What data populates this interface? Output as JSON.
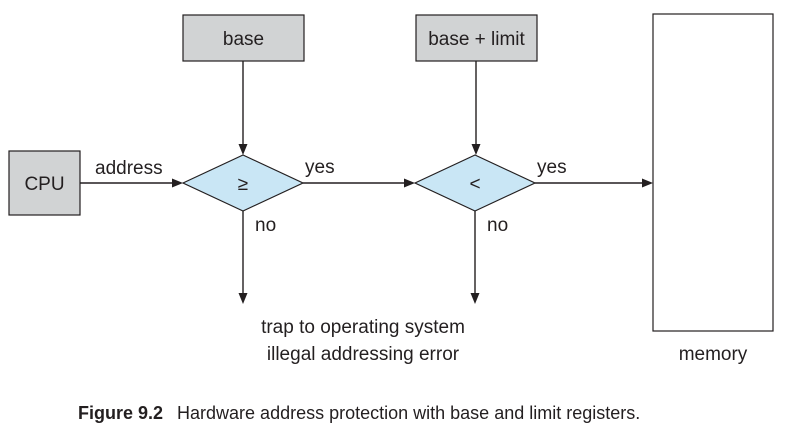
{
  "nodes": {
    "cpu": "CPU",
    "base": "base",
    "base_limit": "base + limit",
    "compare_ge": "≥",
    "compare_lt": "<",
    "memory": "memory"
  },
  "edges": {
    "address": "address",
    "yes_1": "yes",
    "no_1": "no",
    "yes_2": "yes",
    "no_2": "no"
  },
  "trap": {
    "line1": "trap to operating system",
    "line2": "illegal addressing error"
  },
  "caption": {
    "number": "Figure 9.2",
    "text": "Hardware address protection with base and limit registers."
  },
  "colors": {
    "register_fill": "#d1d3d4",
    "comparator_fill": "#c9e6f5",
    "line": "#231f20"
  }
}
